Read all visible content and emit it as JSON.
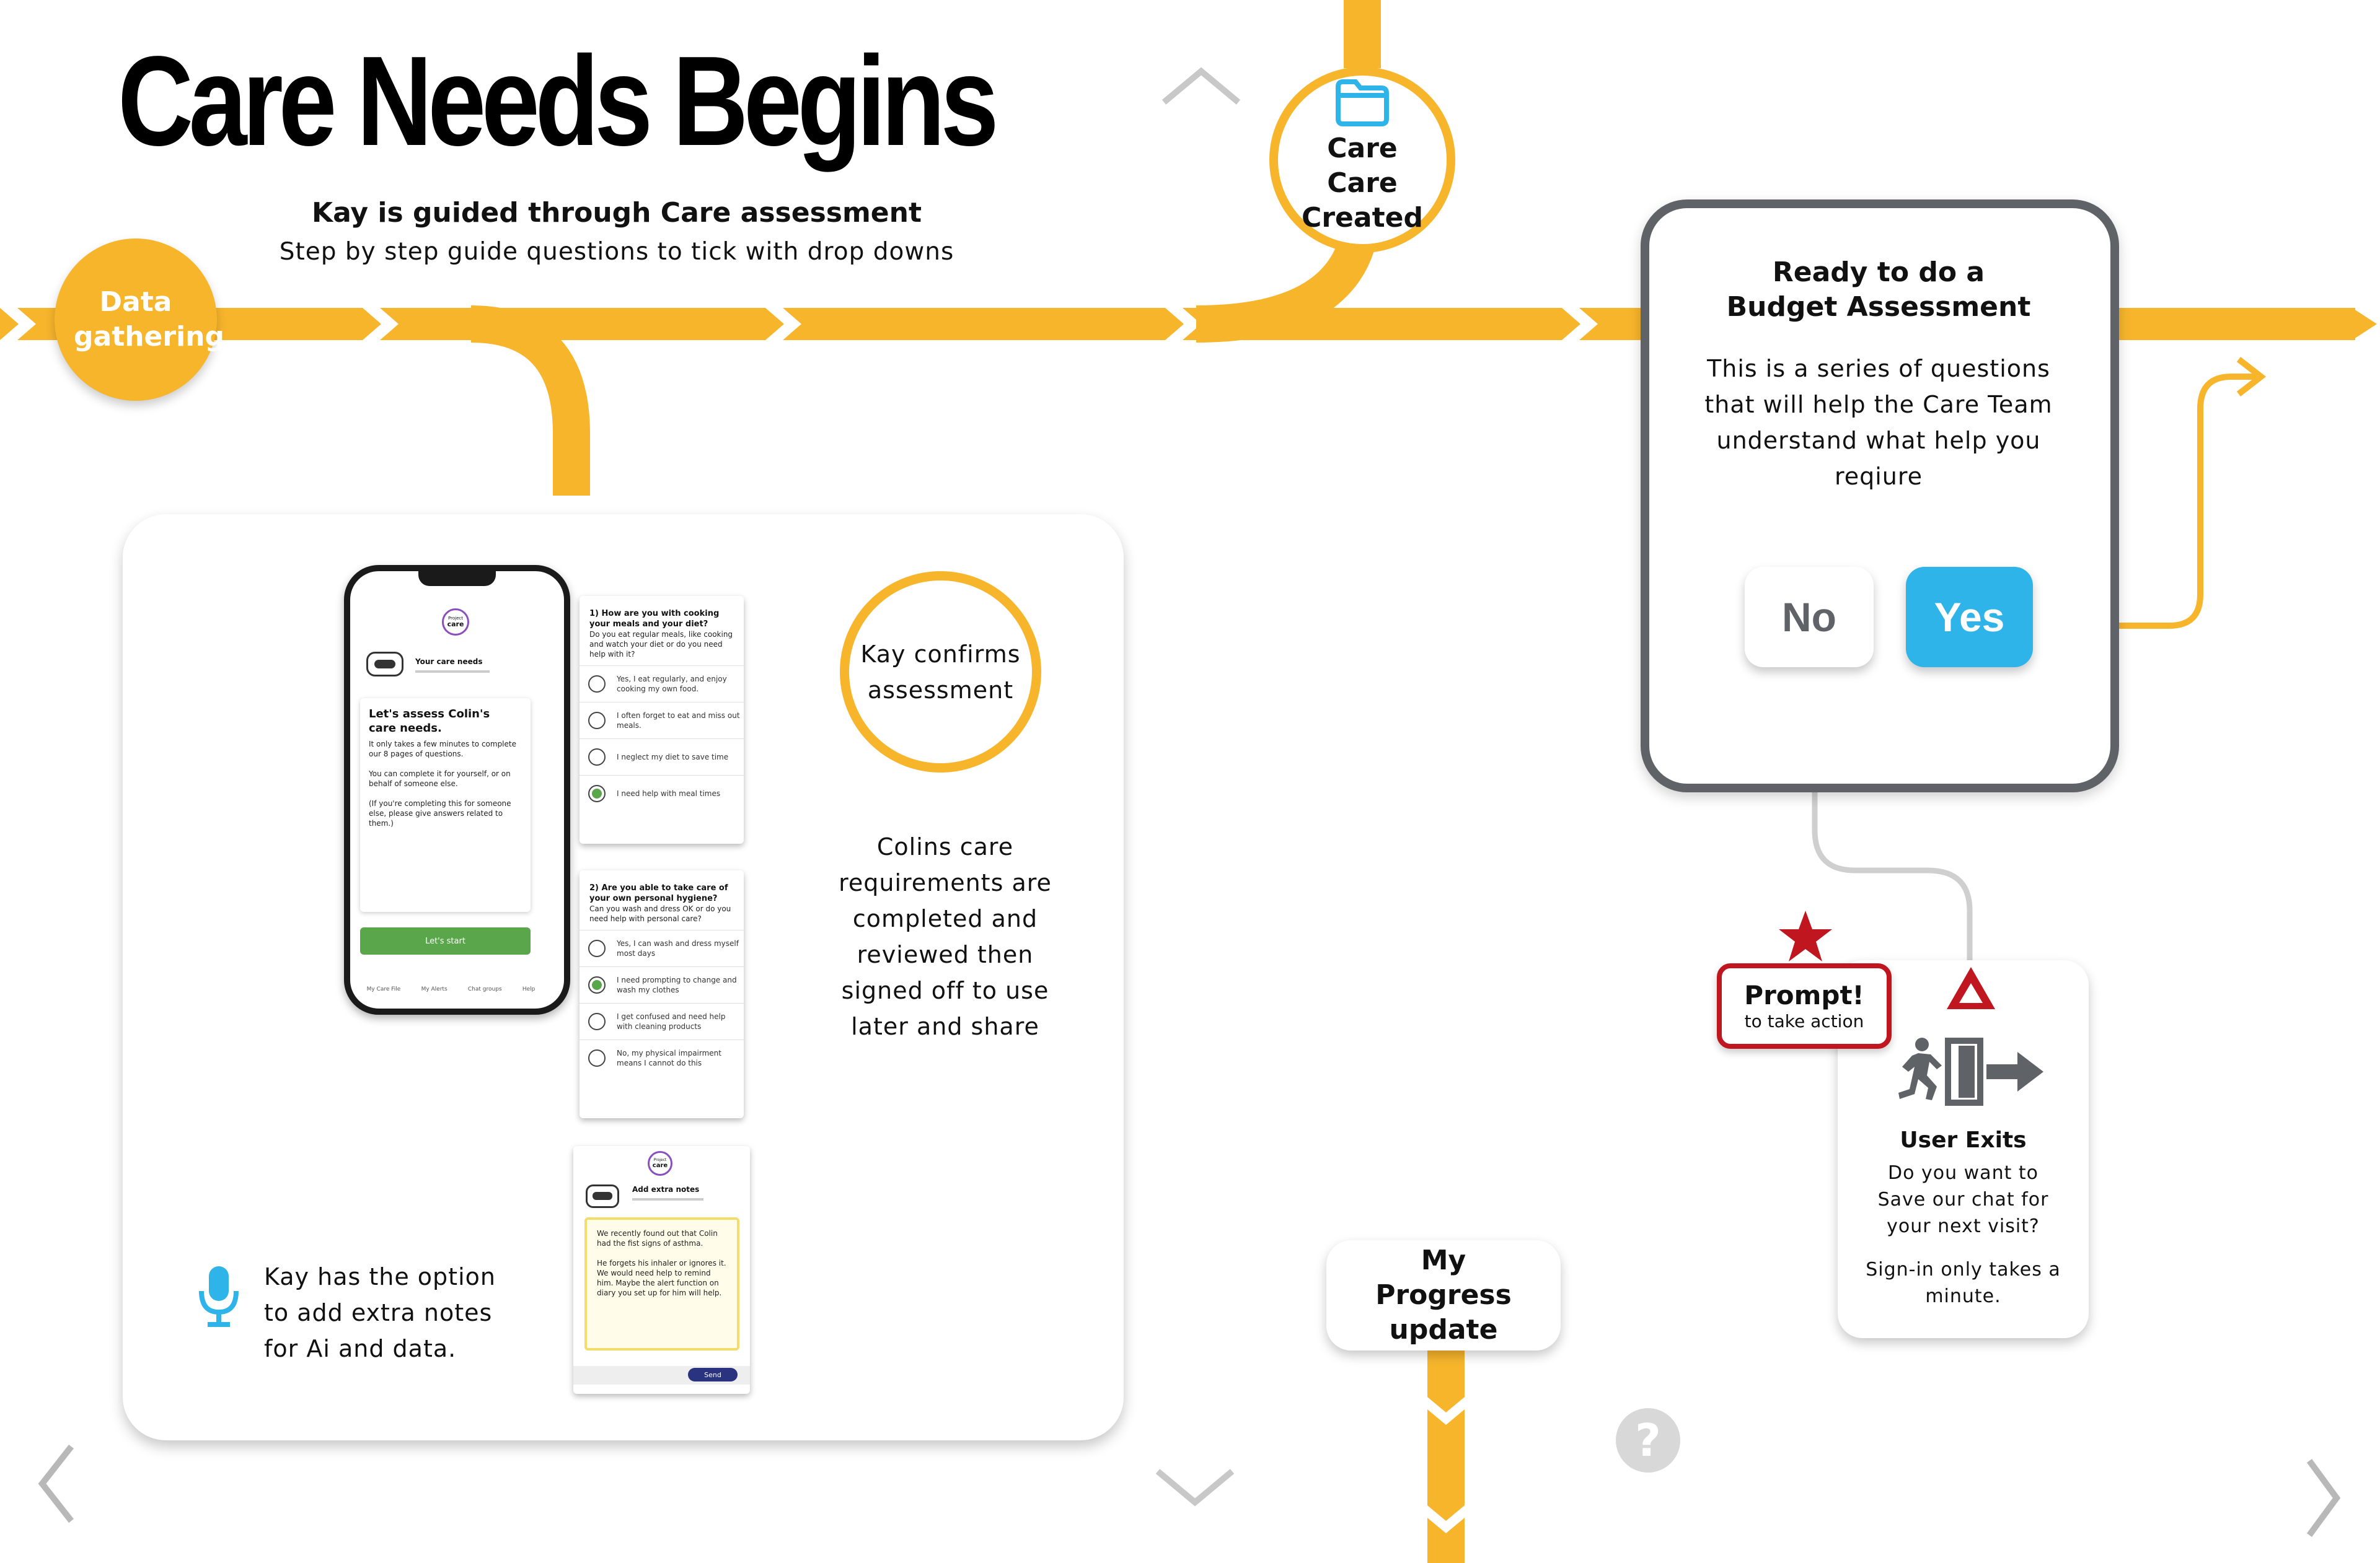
{
  "header": {
    "title": "Care Needs Begins",
    "subtitle": "Kay is guided through Care assessment",
    "description": "Step by step guide questions to tick with drop downs"
  },
  "timeline": {
    "data_gathering": "Data gathering",
    "care_created": "Care Care Created",
    "my_progress": "My Progress update"
  },
  "phone": {
    "brand_top": "Project",
    "brand": "care",
    "section_title": "Your care needs",
    "heading": "Let's assess Colin's care needs.",
    "body1": "It only takes a few minutes to complete our 8 pages of questions.",
    "body2": "You can complete it for yourself, or on behalf of someone else.",
    "body3": "(If you're completing this for someone else, please give answers related to them.)",
    "start_button": "Let's start",
    "nav": [
      "My Care File",
      "My Alerts",
      "Chat groups",
      "Help"
    ]
  },
  "question1": {
    "title": "1) How are you with cooking your meals and your diet?",
    "hint": "Do you eat regular meals, like cooking and watch your diet or do you need help with it?",
    "options": [
      {
        "label": "Yes, I eat regularly, and enjoy cooking my own food.",
        "selected": false
      },
      {
        "label": "I often forget to eat and miss out meals.",
        "selected": false
      },
      {
        "label": "I neglect my diet to save time",
        "selected": false
      },
      {
        "label": "I need help with meal times",
        "selected": true
      }
    ]
  },
  "question2": {
    "title": "2) Are you able to take care of your own personal hygiene?",
    "hint": "Can you wash and dress OK or do you need help with personal care?",
    "options": [
      {
        "label": "Yes, I can wash and dress myself most days",
        "selected": false
      },
      {
        "label": "I need prompting to change and wash my clothes",
        "selected": true
      },
      {
        "label": "I get confused and need help with cleaning products",
        "selected": false
      },
      {
        "label": "No, my physical impairment means I cannot do this",
        "selected": false
      }
    ]
  },
  "notes_screen": {
    "brand_top": "Project",
    "brand": "care",
    "title": "Add extra notes",
    "text1": "We recently found out that Colin had the fist signs of asthma.",
    "text2": "He forgets his inhaler or ignores it. We would need help to remind him. Maybe the alert function on diary you set up for him will help.",
    "send": "Send"
  },
  "confirm": {
    "circle": "Kay confirms assessment",
    "text": "Colins care requirements are completed and reviewed then signed off to use later and share"
  },
  "voice_note": "Kay has the option to add extra notes for Ai and data.",
  "budget": {
    "title": "Ready to do a Budget Assessment",
    "text": "This is a series of questions that will help the Care Team understand what help you reqiure",
    "no": "No",
    "yes": "Yes"
  },
  "prompt": {
    "title": "Prompt!",
    "subtitle": "to take action"
  },
  "exit": {
    "title": "User Exits",
    "text1": "Do you want to Save our chat for your next visit?",
    "text2": "Sign-in only takes a minute."
  },
  "help_icon": "?",
  "colors": {
    "track": "#F7B52C",
    "blue": "#2EB4E8",
    "green": "#5AA64A",
    "red": "#C0161F",
    "dark_grey": "#5F6266",
    "light_grey": "#B8B8B8"
  },
  "icons": [
    "folder-icon",
    "microphone-icon",
    "star-icon",
    "warning-icon",
    "exit-icon",
    "help-icon",
    "chevron-up-icon",
    "chevron-down-icon",
    "chevron-left-icon",
    "chevron-right-icon",
    "robot-avatar-icon"
  ]
}
